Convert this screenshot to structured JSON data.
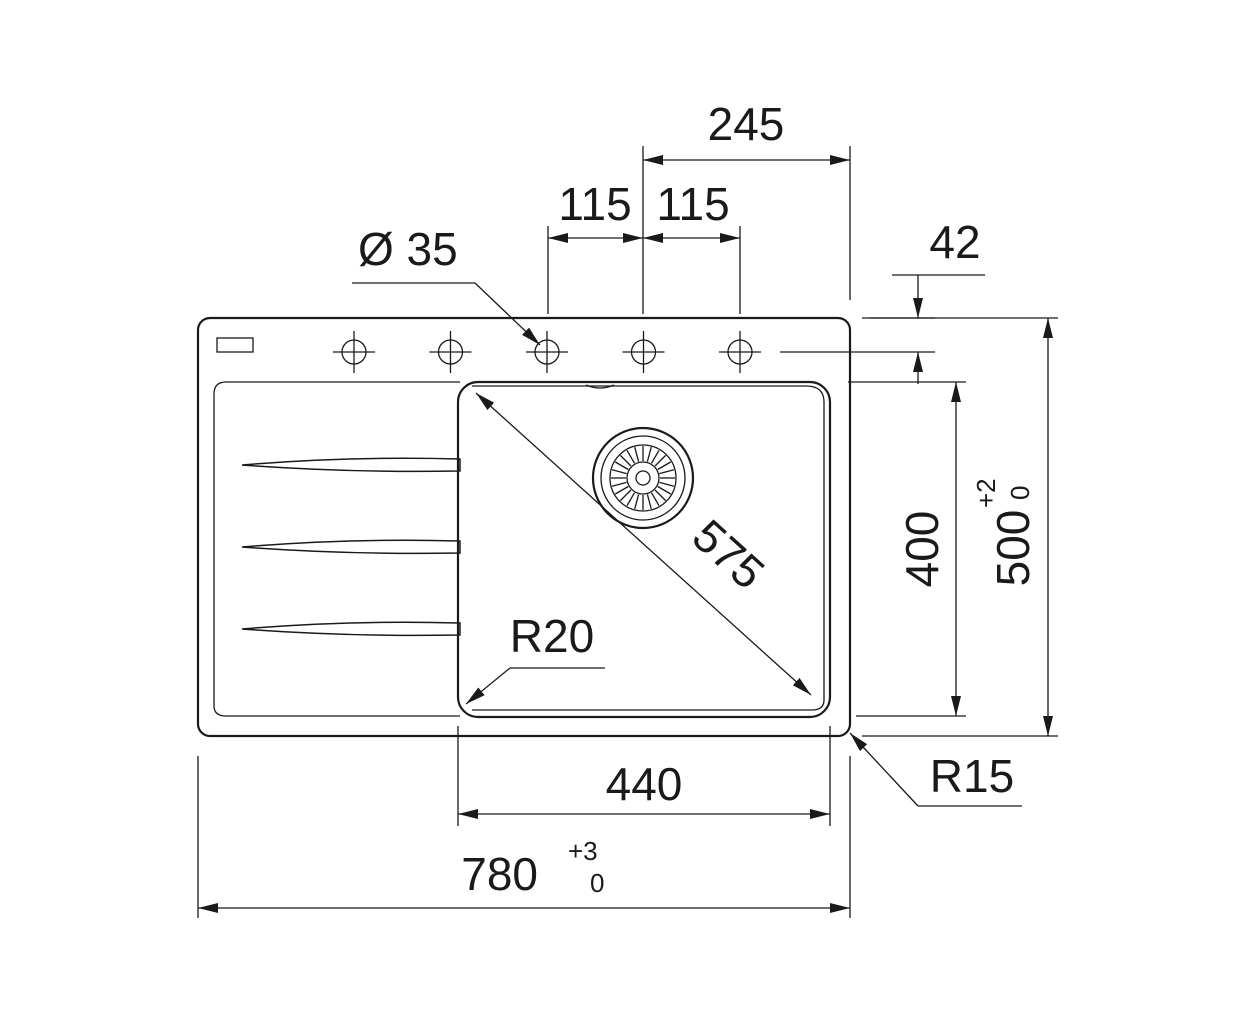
{
  "diagram": {
    "dimensions": {
      "d245": "245",
      "d115_left": "115",
      "d115_right": "115",
      "hole_diameter": "Ø 35",
      "d42": "42",
      "d575": "575",
      "r20": "R20",
      "d400": "400",
      "d500": "500",
      "d500_tol_upper": "+2",
      "d500_tol_lower": "0",
      "d440": "440",
      "r15": "R15",
      "d780": "780",
      "d780_tol_upper": "+3",
      "d780_tol_lower": "0"
    },
    "tap_hole_count": 5,
    "drainer_groove_count": 3,
    "line_color": "#1a1a1a",
    "background_color": "#ffffff"
  }
}
